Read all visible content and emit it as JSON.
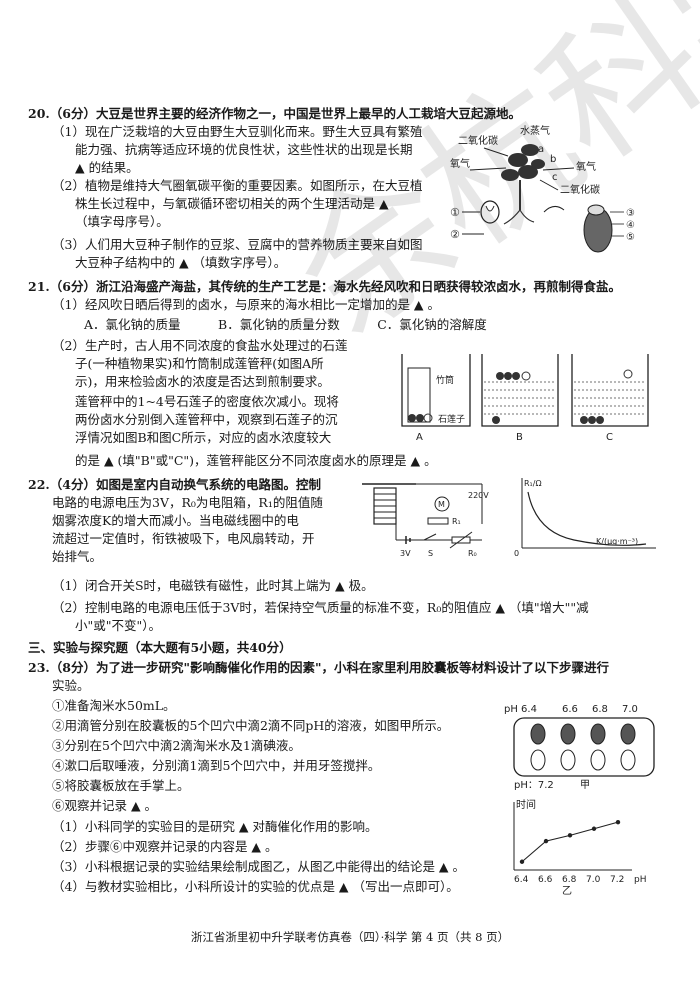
{
  "watermark": "余杭科学",
  "lines": {
    "q20_title": "20.（6分）大豆是世界主要的经济作物之一，中国是世界上最早的人工栽培大豆起源地。",
    "q20_1a": "（1）现在广泛栽培的大豆由野生大豆驯化而来。野生大豆具有繁殖",
    "q20_1b": "能力强、抗病等适应环境的优良性状，这些性状的出现是长期",
    "q20_1c": "▲ 的结果。",
    "q20_2a": "（2）植物是维持大气圈氧碳平衡的重要因素。如图所示，在大豆植",
    "q20_2b": "株生长过程中，与氧碳循环密切相关的两个生理活动是 ▲",
    "q20_2c": "（填字母序号）。",
    "q20_3a": "（3）人们用大豆种子制作的豆浆、豆腐中的营养物质主要来自如图",
    "q20_3b": "大豆种子结构中的 ▲ （填数字序号）。",
    "q21_title": "21.（6分）浙江沿海盛产海盐，其传统的生产工艺是：海水先经风吹和日晒获得较浓卤水，再煎制得食盐。",
    "q21_1": "（1）经风吹日晒后得到的卤水，与原来的海水相比一定增加的是 ▲ 。",
    "q21_opts": "A．氯化钠的质量　　　B．氯化钠的质量分数　　　C．氯化钠的溶解度",
    "q21_2a": "（2）生产时，古人用不同浓度的食盐水处理过的石莲",
    "q21_2b": "子(一种植物果实)和竹筒制成莲管秤(如图A所",
    "q21_2c": "示)，用来检验卤水的浓度是否达到煎制要求。",
    "q21_2d": "莲管秤中的1~4号石莲子的密度依次减小。现将",
    "q21_2e": "两份卤水分别倒入莲管秤中，观察到石莲子的沉",
    "q21_2f": "浮情况如图B和图C所示，对应的卤水浓度较大",
    "q21_2g": "的是 ▲ (填\"B\"或\"C\")，莲管秤能区分不同浓度卤水的原理是 ▲ 。",
    "q22_title": "22.（4分）如图是室内自动换气系统的电路图。控制",
    "q22_b": "电路的电源电压为3V，R₀为电阻箱，R₁的阻值随",
    "q22_c": "烟雾浓度K的增大而减小。当电磁线圈中的电",
    "q22_d": "流超过一定值时，衔铁被吸下，电风扇转动，开",
    "q22_e": "始排气。",
    "q22_1": "（1）闭合开关S时，电磁铁有磁性，此时其上端为 ▲ 极。",
    "q22_2a": "（2）控制电路的电源电压低于3V时，若保持空气质量的标准不变，R₀的阻值应 ▲ （填\"增大\"\"减",
    "q22_2b": "小\"或\"不变\"）。",
    "sec3": "三、实验与探究题（本大题有5小题，共40分）",
    "q23_title": "23.（8分）为了进一步研究\"影响酶催化作用的因素\"，小科在家里利用胶囊板等材料设计了以下步骤进行",
    "q23_b": "实验。",
    "q23_s1": "①准备淘米水50mL。",
    "q23_s2": "②用滴管分别在胶囊板的5个凹穴中滴2滴不同pH的溶液，如图甲所示。",
    "q23_s3": "③分别在5个凹穴中滴2滴淘米水及1滴碘液。",
    "q23_s4": "④漱口后取唾液，分别滴1滴到5个凹穴中，并用牙签搅拌。",
    "q23_s5": "⑤将胶囊板放在手掌上。",
    "q23_s6": "⑥观察并记录 ▲ 。",
    "q23_1": "（1）小科同学的实验目的是研究 ▲ 对酶催化作用的影响。",
    "q23_2": "（2）步骤⑥中观察并记录的内容是 ▲ 。",
    "q23_3": "（3）小科根据记录的实验结果绘制成图乙，从图乙中能得出的结论是 ▲ 。",
    "q23_4": "（4）与教材实验相比，小科所设计的实验的优点是 ▲ （写出一点即可）。"
  },
  "fig20": {
    "co2_left": "二氧化碳",
    "water_vapor": "水蒸气",
    "o2_left": "氧气",
    "o2_right": "氧气",
    "co2_right": "二氧化碳",
    "a": "a",
    "b": "b",
    "c": "c",
    "n1": "①",
    "n2": "②",
    "n3": "③",
    "n4": "④",
    "n5": "⑤"
  },
  "fig21": {
    "bamboo": "竹筒",
    "lotus": "石莲子",
    "A": "A",
    "B": "B",
    "C": "C"
  },
  "fig22": {
    "v220": "220V",
    "motor": "M",
    "r1": "R₁",
    "v3": "3V",
    "s": "S",
    "r0": "R₀",
    "ylabel": "R₁/Ω",
    "xlabel": "K/(μg·m⁻³)",
    "origin": "0"
  },
  "fig23": {
    "ph_top": [
      "pH 6.4",
      "6.6",
      "6.8",
      "7.0"
    ],
    "ph_bottom": "pH：7.2",
    "jia": "甲",
    "ylabel": "时间",
    "xlabel": "pH",
    "ticks": [
      "6.4",
      "6.6",
      "6.8",
      "7.0",
      "7.2"
    ],
    "yi": "乙"
  },
  "chart_data": {
    "type": "line",
    "title": "",
    "xlabel": "pH",
    "ylabel": "时间",
    "categories": [
      "6.4",
      "6.6",
      "6.8",
      "7.0",
      "7.2"
    ],
    "values": [
      1.0,
      3.5,
      4.2,
      5.0,
      5.8
    ],
    "ylim": [
      0,
      8
    ],
    "grid": false
  },
  "footer": "浙江省浙里初中升学联考仿真卷（四）·科学 第 4 页（共 8 页）"
}
